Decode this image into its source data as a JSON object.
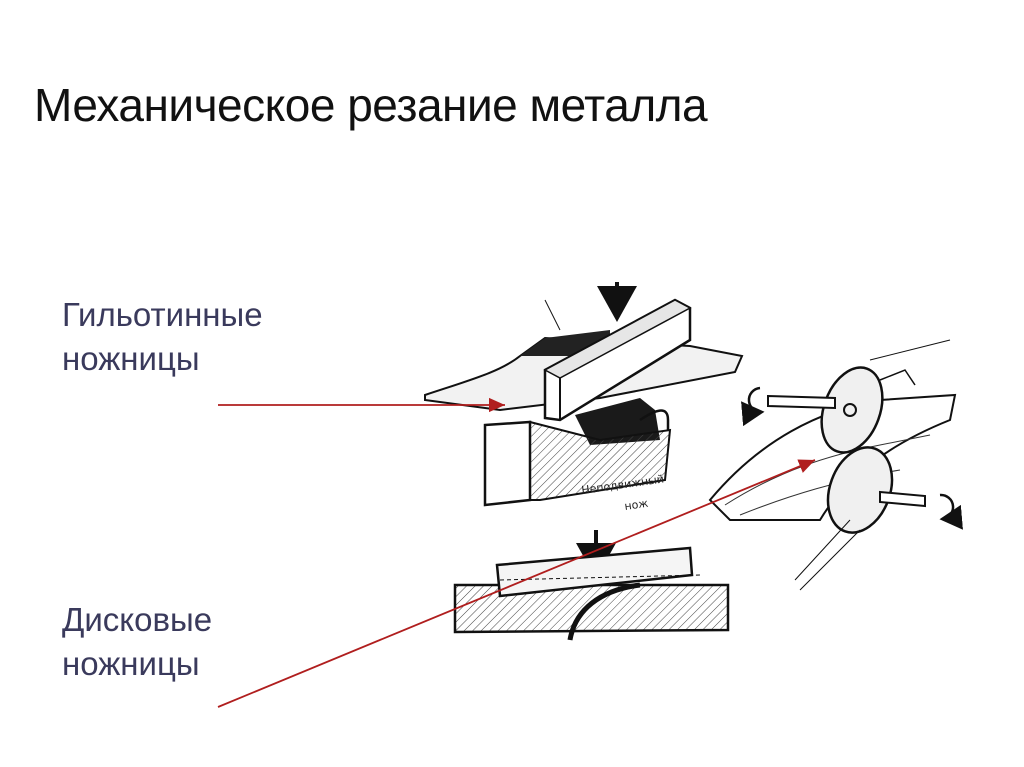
{
  "title": "Механическое резание металла",
  "labels": {
    "guillotine": [
      "Гильотинные",
      "ножницы"
    ],
    "disc": [
      "Дисковые",
      "ножницы"
    ]
  },
  "figure_captions": {
    "fixed_knife_line1": "Неподвижный",
    "fixed_knife_line2": "нож"
  },
  "colors": {
    "pointer_line": "#b01e1e",
    "label_text": "#3a3a5c"
  }
}
